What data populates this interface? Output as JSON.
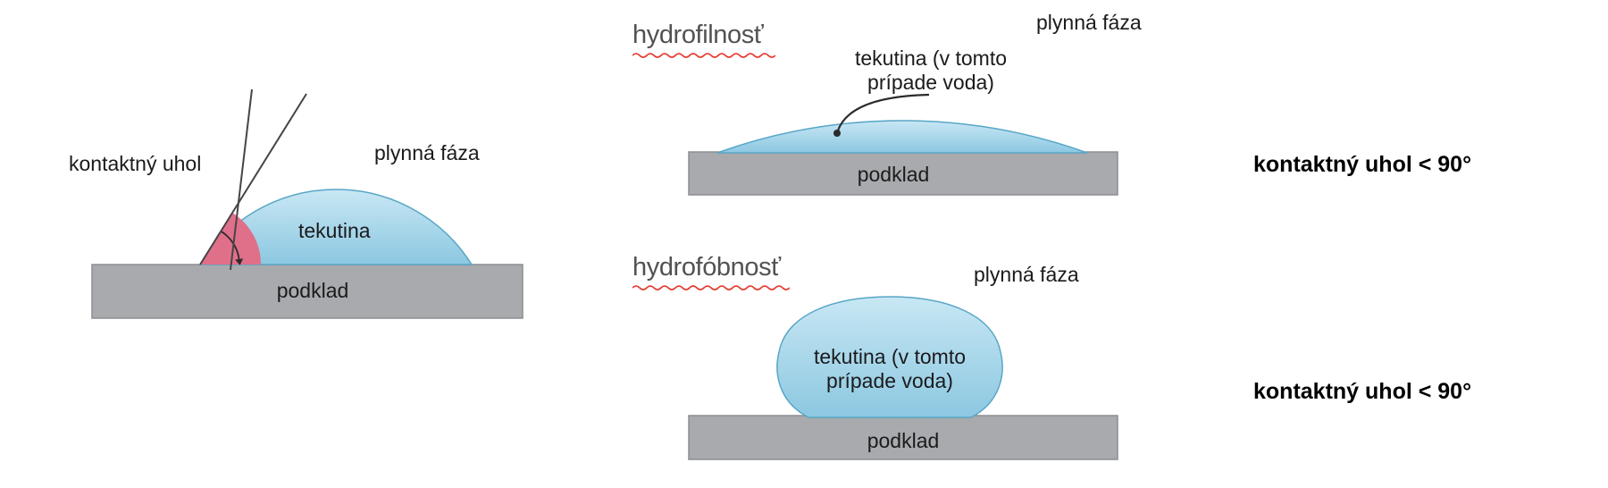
{
  "figure": {
    "left": {
      "contact_angle_label": "kontaktný uhol",
      "gas_phase_label": "plynná fáza",
      "liquid_label": "tekutina",
      "substrate_label": "podklad"
    },
    "hydrophilic": {
      "title": "hydrofilnosť",
      "gas_phase_label": "plynná fáza",
      "liquid_label_line1": "tekutina (v tomto",
      "liquid_label_line2": "prípade voda)",
      "substrate_label": "podklad",
      "caption": "kontaktný uhol < 90°"
    },
    "hydrophobic": {
      "title": "hydrofóbnosť",
      "gas_phase_label": "plynná fáza",
      "liquid_label_line1": "tekutina (v tomto",
      "liquid_label_line2": "prípade voda)",
      "substrate_label": "podklad",
      "caption": "kontaktný uhol < 90°"
    }
  },
  "colors": {
    "droplet_top": "#c8e7f4",
    "droplet_bottom": "#8cc8e1",
    "droplet_stroke": "#58a6c6",
    "substrate_fill": "#a8aaad",
    "substrate_stroke": "#8c8e91",
    "angle_wedge_pink": "#e0708a",
    "squiggle_red": "#e63a30",
    "line_dark": "#454547"
  }
}
